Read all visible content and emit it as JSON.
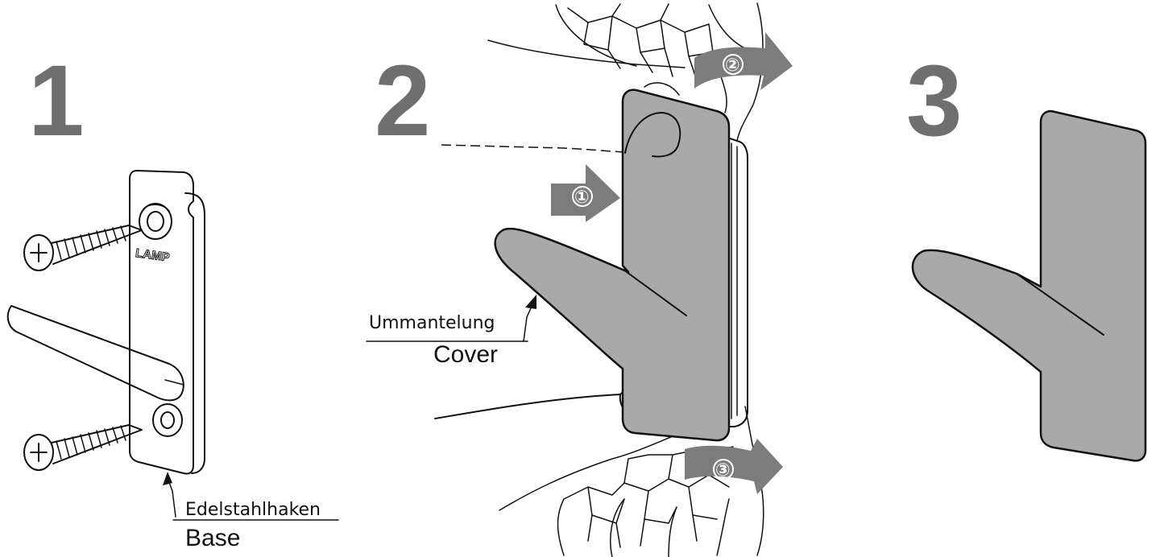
{
  "steps": [
    {
      "number": "1"
    },
    {
      "number": "2"
    },
    {
      "number": "3"
    }
  ],
  "labels": {
    "base_de": "Edelstahlhaken",
    "base_en": "Base",
    "cover_de": "Ummantelung",
    "cover_en": "Cover",
    "logo": "LAMP"
  },
  "motion_arrows": [
    "①",
    "②",
    "③"
  ],
  "colors": {
    "cover_grey": "#a9a9a9",
    "step_number_grey": "#6f6f6f",
    "arrow_grey": "#7c7c7c",
    "outline": "#111111"
  }
}
